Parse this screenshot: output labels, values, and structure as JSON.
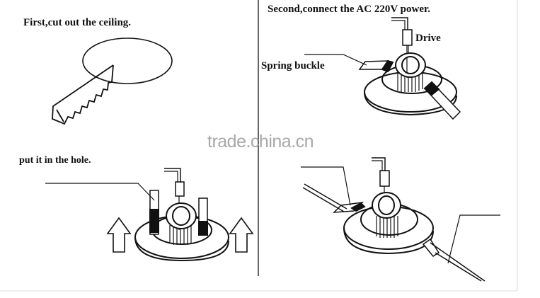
{
  "steps": {
    "step1": "First,cut out the ceiling.",
    "step2": "Second,connect the AC 220V power.",
    "step3": "put it in the hole."
  },
  "labels": {
    "drive": "Drive",
    "spring_buckle": "Spring buckle"
  },
  "watermark": "trade.china.cn"
}
